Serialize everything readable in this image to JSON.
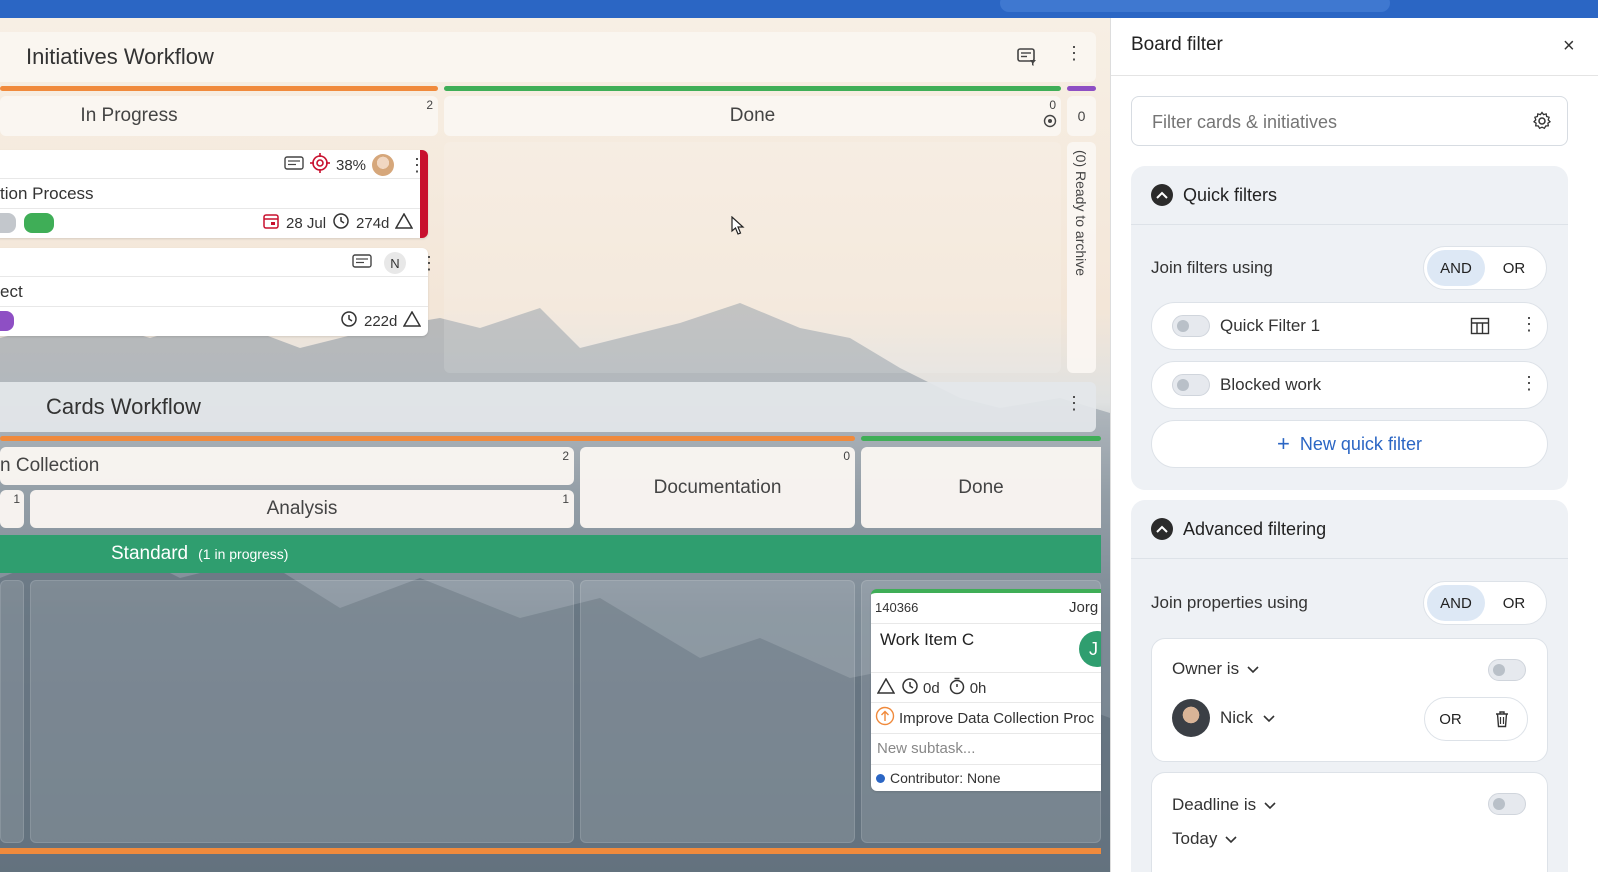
{
  "topbar": {
    "color": "#2b66c4"
  },
  "initiatives": {
    "title": "Initiatives Workflow",
    "columns": [
      {
        "name": "In Progress",
        "count": "2",
        "stripe": "#f08a3c"
      },
      {
        "name": "Done",
        "count": "0",
        "stripe": "#3fae57"
      },
      {
        "name": "0",
        "stripe": "#8e4fc4"
      }
    ],
    "archive_label": "(0) Ready to archive",
    "cards": [
      {
        "title": "tion Process",
        "progress": "38%",
        "date": "28 Jul",
        "age": "274d",
        "accent": "#c8102e"
      },
      {
        "title": "ect",
        "initial": "N",
        "age": "222d"
      }
    ]
  },
  "cards_workflow": {
    "title": "Cards Workflow",
    "columns": [
      {
        "name": "n Collection",
        "count": "2"
      },
      {
        "name": "Documentation",
        "count": "0"
      },
      {
        "name": "Done"
      }
    ],
    "subcolumns": [
      {
        "name": "",
        "count": "1"
      },
      {
        "name": "Analysis",
        "count": "1"
      }
    ],
    "swimlane": {
      "name": "Standard",
      "note": "(1 in progress)",
      "color": "#2f9e6f"
    },
    "card": {
      "id": "140366",
      "assignee": "Jorg",
      "avatar_initial": "J",
      "title": "Work Item C",
      "time1": "0d",
      "time2": "0h",
      "parent": "Improve Data Collection Proc",
      "subtask_placeholder": "New subtask...",
      "contributor": "Contributor: None"
    }
  },
  "panel": {
    "title": "Board filter",
    "search_placeholder": "Filter cards & initiatives",
    "quick": {
      "title": "Quick filters",
      "join_label": "Join filters using",
      "and": "AND",
      "or": "OR",
      "filters": [
        {
          "name": "Quick Filter 1",
          "enabled": false
        },
        {
          "name": "Blocked work",
          "enabled": false
        }
      ],
      "new_label": "New quick filter"
    },
    "advanced": {
      "title": "Advanced filtering",
      "join_label": "Join properties using",
      "and": "AND",
      "or": "OR",
      "owner_label": "Owner is",
      "owner_value": "Nick",
      "owner_or": "OR",
      "deadline_label": "Deadline is",
      "deadline_value": "Today"
    }
  }
}
